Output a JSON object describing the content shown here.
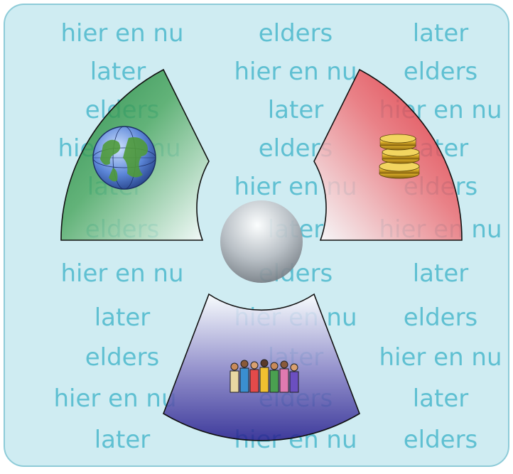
{
  "words": {
    "here_now": "hier en nu",
    "elsewhere": "elders",
    "later": "later"
  },
  "grid": [
    [
      "here_now",
      "elsewhere",
      "later"
    ],
    [
      "later",
      "here_now",
      "elsewhere"
    ],
    [
      "elsewhere",
      "later",
      "here_now"
    ],
    [
      "here_now",
      "elsewhere",
      "later"
    ],
    [
      "later",
      "here_now",
      "elsewhere"
    ],
    [
      "elsewhere",
      "later",
      "here_now"
    ],
    [
      "here_now",
      "elsewhere",
      "later"
    ],
    [
      "later",
      "here_now",
      "elsewhere"
    ],
    [
      "elsewhere",
      "later",
      "here_now"
    ],
    [
      "here_now",
      "elsewhere",
      "later"
    ],
    [
      "later",
      "here_now",
      "elsewhere"
    ]
  ],
  "sectors": [
    {
      "name": "earth",
      "icon": "globe-icon",
      "color": "#1f8a3a"
    },
    {
      "name": "money",
      "icon": "coins-icon",
      "color": "#e21b23"
    },
    {
      "name": "people",
      "icon": "people-icon",
      "color": "#2b2290"
    }
  ],
  "colors": {
    "panel_bg": "#cfecf2",
    "panel_border": "#8dcbd8",
    "word_color": "#5fc0d2"
  }
}
